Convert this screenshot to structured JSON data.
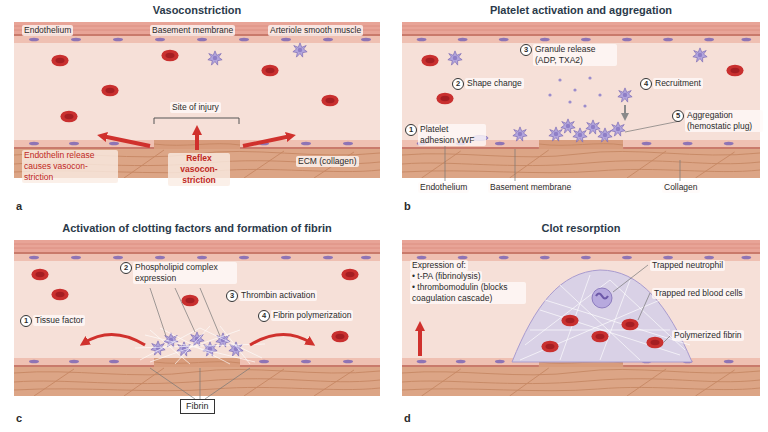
{
  "diagram": {
    "nodes": [
      {
        "text": [
          "Vasoconstriction"
        ]
      },
      {
        "text": [
          "Platelet activation and aggregation"
        ]
      },
      {
        "text": [
          "Activation of clotting factors and formation of fibrin"
        ]
      },
      {
        "text": [
          "Fibrin"
        ],
        "in": 2
      },
      {
        "text": [
          "Clot resorption"
        ]
      }
    ],
    "labels": [
      "a",
      "Endothelium",
      "Basement membrane",
      "Arteriole smooth muscle",
      "Site of injury",
      "Endothelin release causes vasocon- striction",
      "Reflex vasocon- striction",
      "ECM (collagen)",
      "b",
      "1",
      "Platelet adhesion vWF",
      "2",
      "Shape change",
      "3",
      "Granule release (ADP, TXA2)",
      "4",
      "Recruitment",
      "5",
      "Aggregation (hemostatic plug)",
      "Endothelium",
      "Basement membrane",
      "Collagen",
      "c",
      "1",
      "Tissue factor",
      "2",
      "Phospholipid complex expression",
      "3",
      "Thrombin activation",
      "4",
      "Fibrin polymerization",
      "d",
      "Expression of:",
      "• t-PA (fibrinolysis)",
      "• thrombomodulin (blocks coagulation cascade)",
      "Trapped neutrophil",
      "Trapped red blood cells",
      "Polymerized fibrin"
    ]
  }
}
